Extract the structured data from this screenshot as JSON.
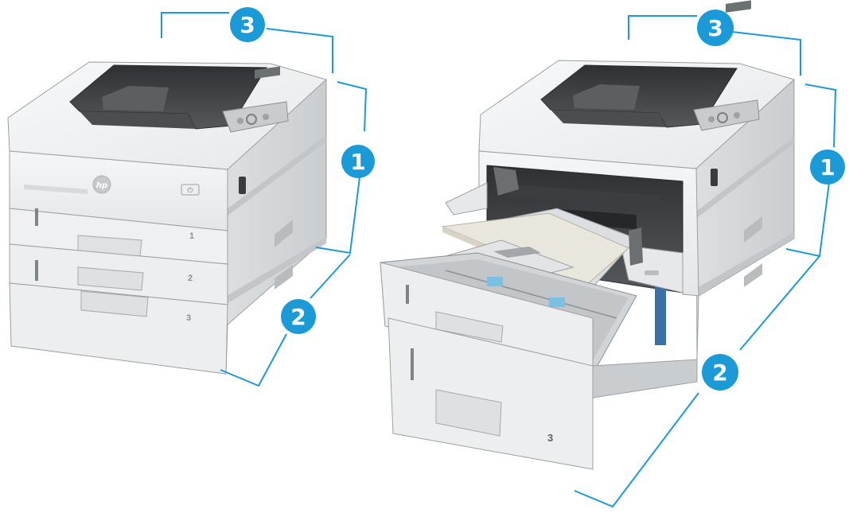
{
  "colors": {
    "accent": "#1a9bd7",
    "callout_text": "#ffffff",
    "body_light": "#f1f2f3",
    "body_mid": "#dcdfe1",
    "body_dark": "#b7bbbe",
    "outline": "#8c9194",
    "output_tray": "#3e4144",
    "display": "#6b7073",
    "paper": "#e9e6dd"
  },
  "printer_closed": {
    "logo": "hp",
    "tray_labels": [
      "1",
      "2",
      "3"
    ],
    "callouts": [
      {
        "label": "3",
        "meaning": "width"
      },
      {
        "label": "1",
        "meaning": "height"
      },
      {
        "label": "2",
        "meaning": "depth"
      }
    ]
  },
  "printer_open": {
    "tray_labels": [
      "3"
    ],
    "callouts": [
      {
        "label": "3",
        "meaning": "width"
      },
      {
        "label": "1",
        "meaning": "height"
      },
      {
        "label": "2",
        "meaning": "depth"
      }
    ]
  }
}
